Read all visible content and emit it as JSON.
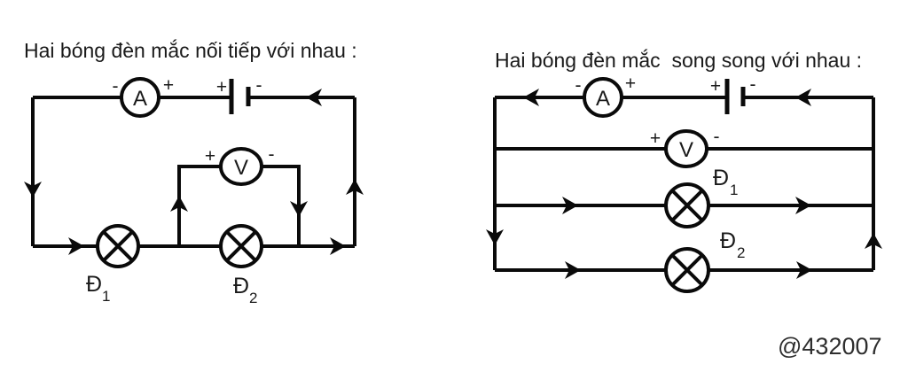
{
  "colors": {
    "ink": "#0a0a0a",
    "text": "#1a1a1a",
    "background": "#ffffff",
    "watermark": "#2e2e2e"
  },
  "series_circuit": {
    "title": "Hai bóng đèn mắc nối tiếp với nhau :",
    "ammeter": {
      "label": "A",
      "minus": "-",
      "plus": "+"
    },
    "battery": {
      "plus": "+",
      "minus": "-"
    },
    "voltmeter": {
      "label": "V",
      "plus": "+",
      "minus": "-"
    },
    "bulb1": {
      "label": "Đ",
      "sub": "1"
    },
    "bulb2": {
      "label": "Đ",
      "sub": "2"
    }
  },
  "parallel_circuit": {
    "title": "Hai bóng đèn mắc  song song với nhau :",
    "ammeter": {
      "label": "A",
      "minus": "-",
      "plus": "+"
    },
    "battery": {
      "plus": "+",
      "minus": "-"
    },
    "voltmeter": {
      "label": "V",
      "plus": "+",
      "minus": "-"
    },
    "bulb1": {
      "label": "Đ",
      "sub": "1"
    },
    "bulb2": {
      "label": "Đ",
      "sub": "2"
    }
  },
  "watermark": "@432007"
}
